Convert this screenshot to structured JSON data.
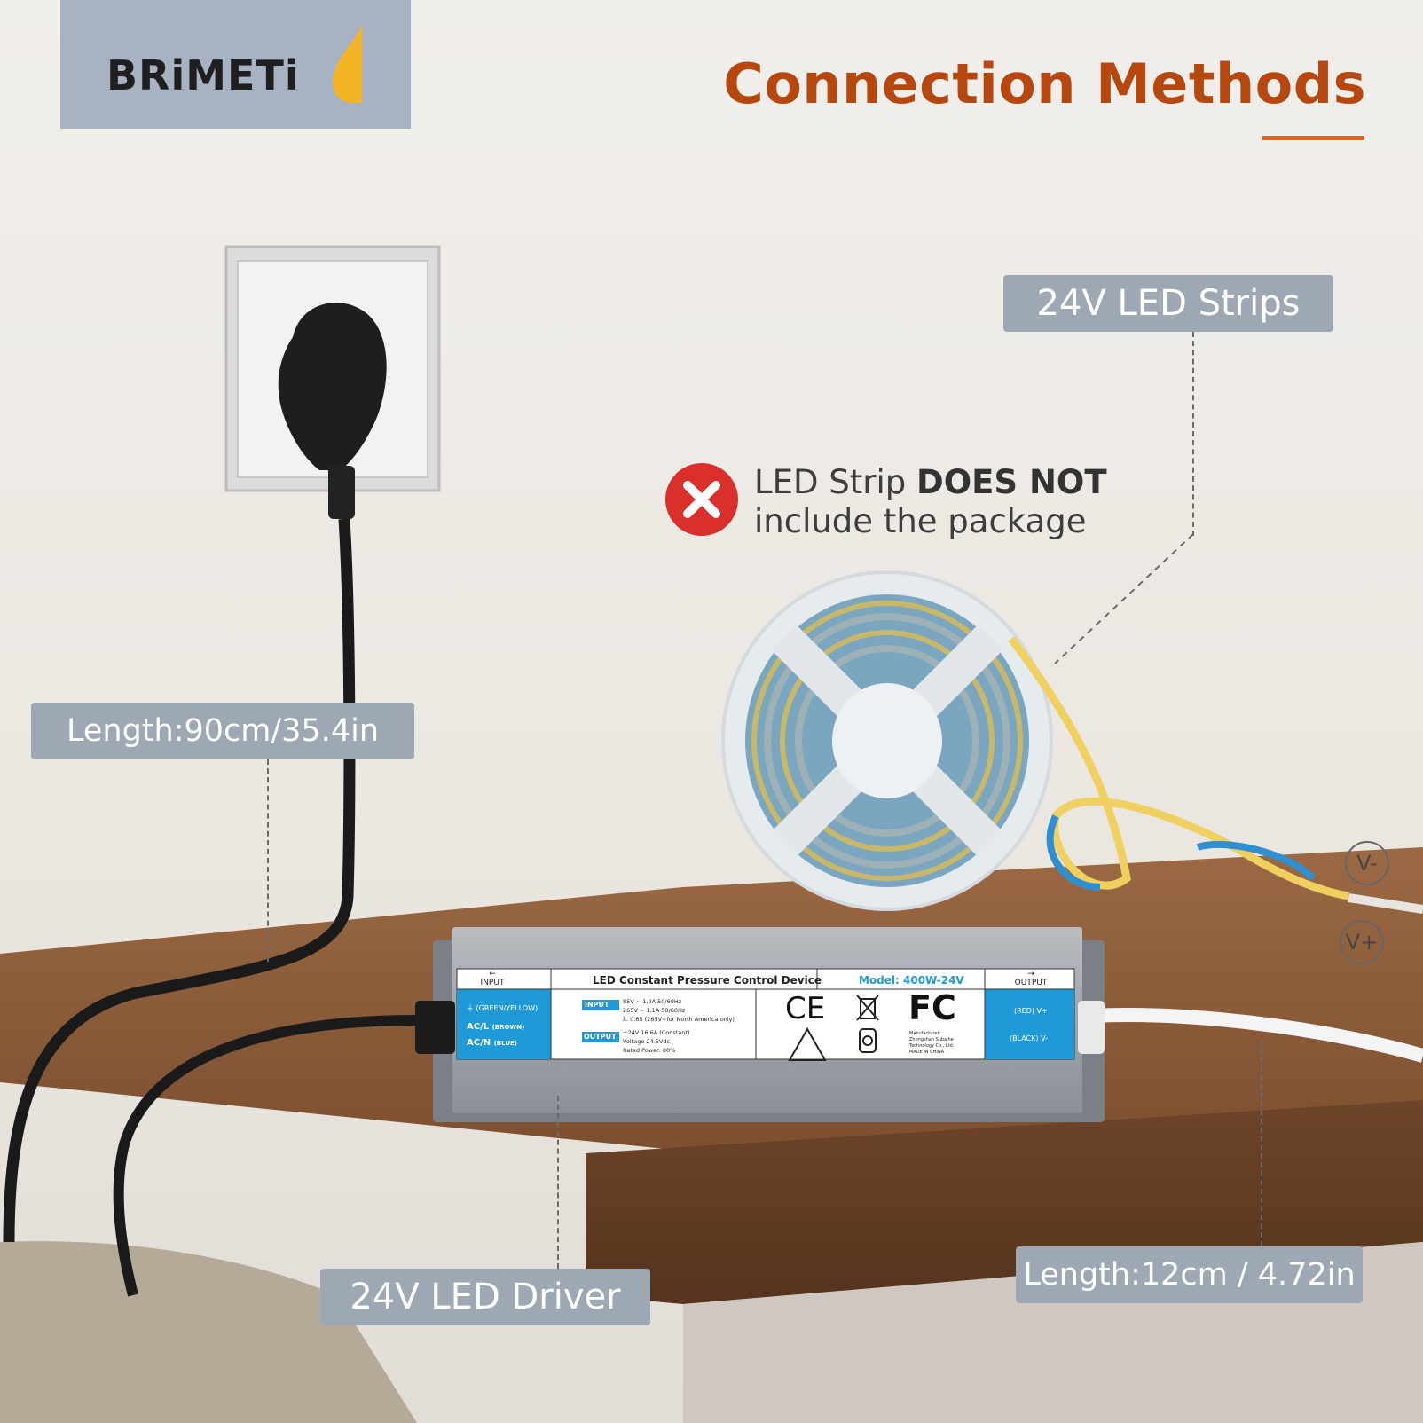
{
  "brand": {
    "name_part1": "BRiMET",
    "name_part2": "i"
  },
  "title": "Connection Methods",
  "labels": {
    "strips": "24V LED Strips",
    "cable_length": "Length:90cm/35.4in",
    "driver": "24V LED Driver",
    "output_length": "Length:12cm / 4.72in"
  },
  "notice": {
    "text_part1": "LED Strip ",
    "text_bold": "DOES NOT",
    "text_line2": "include the package"
  },
  "terminals": {
    "v_minus": "V-",
    "v_plus": "V+"
  },
  "driver_label": {
    "input_arrow": "←",
    "input": "INPUT",
    "output_arrow": "→",
    "output": "OUTPUT",
    "device_name": "LED Constant Pressure Control Device",
    "model": "Model: 400W-24V",
    "ground": "(GREEN/YELLOW)",
    "acl": "AC/L",
    "acl_color": "(BROWN)",
    "acn": "AC/N",
    "acn_color": "(BLUE)",
    "input_tag": "INPUT",
    "input_l1": "85V ~ 1.2A 50/60Hz",
    "input_l2": "265V ~ 1.1A 50/60Hz",
    "input_l3": "λ: 0.65 (265V~for North America only)",
    "output_tag": "OUTPUT",
    "output_l1": "+24V 16.6A (Constant)",
    "output_l2": "Voltage 24.5Vdc",
    "output_l3": "Rated Power: 80%",
    "ce": "CE",
    "fc": "FC",
    "mfr_l1": "Manufacturer:",
    "mfr_l2": "Zhongshan Subaihe",
    "mfr_l3": "Technology Co., Ltd.",
    "mfr_l4": "MADE IN CHINA",
    "red": "(RED) V+",
    "black": "(BLACK) V-"
  },
  "colors": {
    "accent": "#b6480f",
    "underline": "#e0651b",
    "label_bg": "#9ea7b4",
    "label_blue": "#1f9ad6",
    "x_red": "#d9302c",
    "brand_bg": "#a7b3c3"
  }
}
